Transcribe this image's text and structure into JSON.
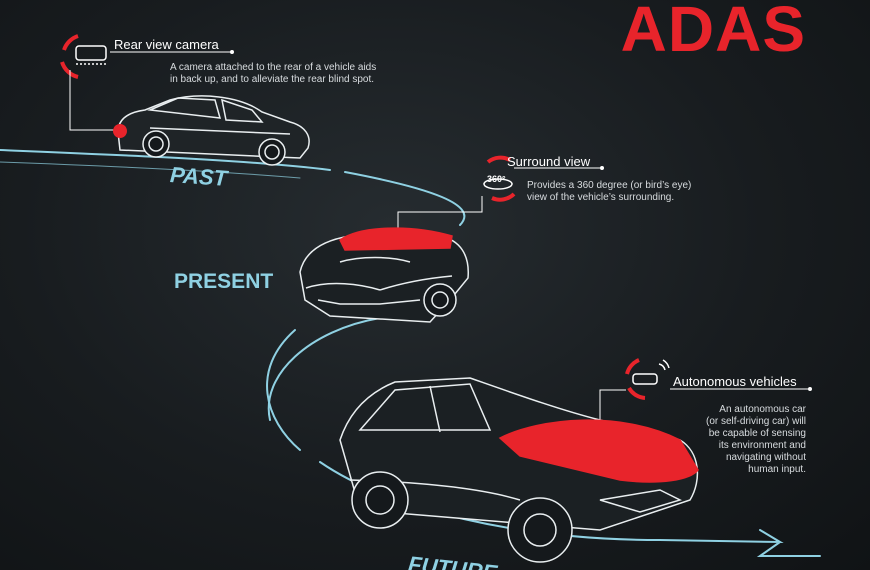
{
  "title": "ADAS",
  "eras": {
    "past": "PAST",
    "present": "PRESENT",
    "future": "FUTURE"
  },
  "features": [
    {
      "title": "Rear view camera",
      "description_lines": [
        "A camera attached to the rear of a vehicle aids",
        "in back up, and to alleviate the rear blind spot."
      ],
      "icon": "rear-camera-icon"
    },
    {
      "title": "Surround view",
      "description_lines": [
        "Provides a 360 degree (or bird’s eye)",
        "view of the vehicle’s surrounding."
      ],
      "icon": "360-view-icon",
      "icon_text": "360°"
    },
    {
      "title": "Autonomous vehicles",
      "description_lines": [
        "An autonomous car",
        "(or self-driving car) will",
        "be capable of sensing",
        "its environment and",
        "navigating without",
        "human input."
      ],
      "icon": "autonomous-car-icon"
    }
  ],
  "colors": {
    "accent": "#e8242b",
    "road": "#8fd1e3",
    "background": "#181c1f",
    "text": "#ffffff"
  }
}
